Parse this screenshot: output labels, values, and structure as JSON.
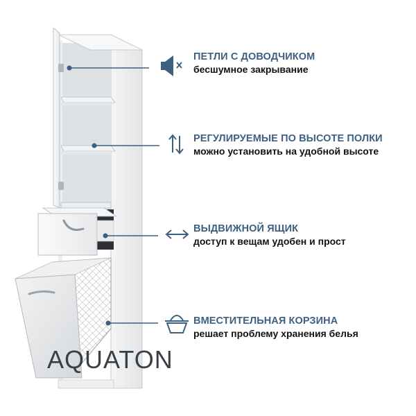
{
  "brand": {
    "logo_text": "AQUATON"
  },
  "colors": {
    "accent": "#3d5f80",
    "text": "#111111",
    "cabinet": "#ffffff",
    "cabinet_shadow": "#d9dcdf"
  },
  "features": [
    {
      "title": "ПЕТЛИ С ДОВОДЧИКОМ",
      "subtitle": "бесшумное закрывание",
      "icon": "speaker-mute-icon"
    },
    {
      "title": "РЕГУЛИРУЕМЫЕ ПО ВЫСОТЕ ПОЛКИ",
      "subtitle": "можно установить на удобной высоте",
      "icon": "up-down-arrows-icon"
    },
    {
      "title": "ВЫДВИЖНОЙ ЯЩИК",
      "subtitle": "доступ к вещам удобен и прост",
      "icon": "left-right-arrow-icon"
    },
    {
      "title": "ВМЕСТИТЕЛЬНАЯ КОРЗИНА",
      "subtitle": "решает проблему хранения белья",
      "icon": "basket-icon"
    }
  ]
}
